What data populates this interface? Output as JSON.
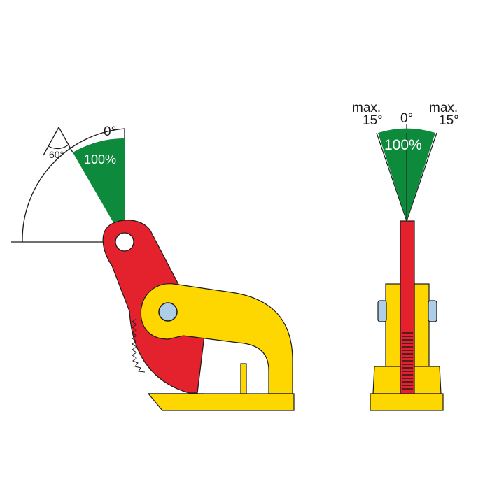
{
  "side_view": {
    "angle_zero_label": "0°",
    "angle_limit_label": "60°",
    "capacity_label": "100%"
  },
  "front_view": {
    "left_limit_label_line1": "max.",
    "left_limit_label_line2": "15°",
    "zero_label": "0°",
    "right_limit_label_line1": "max.",
    "right_limit_label_line2": "15°",
    "capacity_label": "100%"
  },
  "colors": {
    "green_zone": "#0e8a3c",
    "jaw_red": "#e3222e",
    "body_yellow": "#ffd700",
    "pin_blue": "#aecde8"
  }
}
